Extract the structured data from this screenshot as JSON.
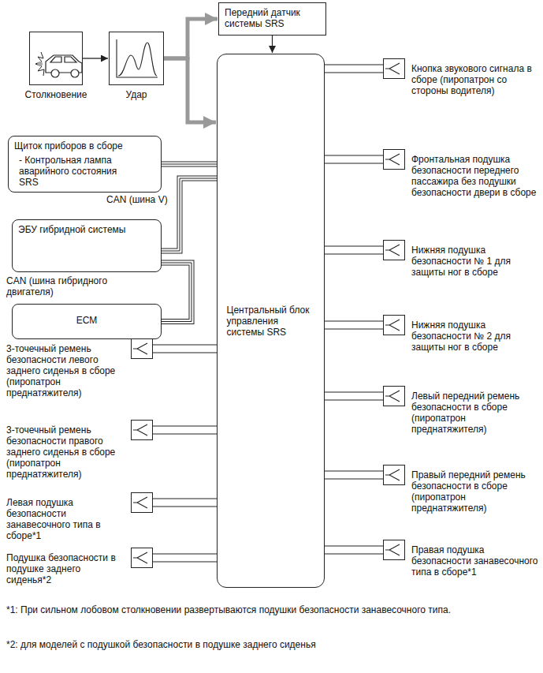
{
  "diagram": {
    "nodes": [
      {
        "text": [
          "Столкновение"
        ]
      },
      {
        "text": [
          "Удар"
        ]
      },
      {
        "text": [
          "Передний датчик системы SRS"
        ]
      },
      {
        "text": [
          "Щиток приборов в сборе",
          "- Контрольная лампа аварийного состояния SRS"
        ]
      },
      {
        "text": [
          "ЭБУ гибридной системы"
        ]
      },
      {
        "text": [
          "ECM"
        ]
      },
      {
        "text": [
          "Центральный блок управления системы SRS"
        ]
      },
      {
        "text": [
          "Кнопка звукового сигнала в сборе (пиропатрон со стороны водителя)"
        ]
      },
      {
        "text": [
          "Фронтальная подушка безопасности переднего пассажира без подушки безопасности двери в сборе"
        ]
      },
      {
        "text": [
          "Нижняя подушка безопасности № 1 для защиты ног в сборе"
        ]
      },
      {
        "text": [
          "Нижняя подушка безопасности № 2 для защиты ног в сборе"
        ]
      },
      {
        "text": [
          "Левый передний ремень безопасности в сборе (пиропатрон преднатяжителя)"
        ]
      },
      {
        "text": [
          "Правый передний ремень безопасности в сборе (пиропатрон преднатяжителя)"
        ]
      },
      {
        "text": [
          "Правая подушка безопасности занавесочного типа в сборе*1"
        ]
      },
      {
        "text": [
          "3-точечный ремень безопасности левого заднего сиденья в сборе (пиропатрон преднатяжителя)"
        ]
      },
      {
        "text": [
          "3-точечный ремень безопасности правого заднего сиденья в сборе (пиропатрон преднатяжителя)"
        ]
      },
      {
        "text": [
          "Левая подушка безопасности занавесочного типа в сборе*1"
        ]
      },
      {
        "text": [
          "Подушка безопасности в подушке заднего сиденья*2"
        ]
      }
    ],
    "edges": [
      {
        "from": 0,
        "to": 1,
        "arrow": "to"
      },
      {
        "from": 1,
        "to": 2,
        "arrow": "to"
      },
      {
        "from": 1,
        "to": 6,
        "arrow": "to"
      },
      {
        "from": 2,
        "to": 6,
        "arrow": "to"
      },
      {
        "from": 3,
        "to": 6,
        "arrow": "none"
      },
      {
        "from": 4,
        "to": 6,
        "arrow": "none"
      },
      {
        "from": 5,
        "to": 4,
        "arrow": "none"
      },
      {
        "from": 6,
        "to": 7,
        "arrow": "none"
      },
      {
        "from": 6,
        "to": 8,
        "arrow": "none"
      },
      {
        "from": 6,
        "to": 9,
        "arrow": "none"
      },
      {
        "from": 6,
        "to": 10,
        "arrow": "none"
      },
      {
        "from": 6,
        "to": 11,
        "arrow": "none"
      },
      {
        "from": 6,
        "to": 12,
        "arrow": "none"
      },
      {
        "from": 6,
        "to": 13,
        "arrow": "none"
      },
      {
        "from": 6,
        "to": 14,
        "arrow": "none"
      },
      {
        "from": 6,
        "to": 15,
        "arrow": "none"
      },
      {
        "from": 6,
        "to": 16,
        "arrow": "none"
      },
      {
        "from": 6,
        "to": 17,
        "arrow": "none"
      }
    ],
    "labels": [
      "CAN (шина V)",
      "CAN (шина гибридного двигателя)",
      "*1: При сильном лобовом столкновении развертываются подушки безопасности занавесочного типа.",
      "*2: для моделей с подушкой безопасности в подушке заднего сиденья"
    ]
  }
}
